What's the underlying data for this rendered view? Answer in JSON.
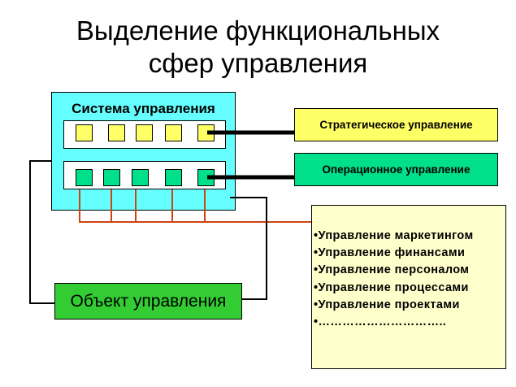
{
  "title": {
    "line1": "Выделение функциональных",
    "line2": "сфер управления"
  },
  "system": {
    "label": "Система управления",
    "strategic_squares": 5,
    "operational_squares": 5
  },
  "strategic": {
    "label": "Стратегическое управление"
  },
  "operational": {
    "label": "Операционное управление"
  },
  "functional_areas": {
    "items": [
      "•Управление маркетингом",
      "•Управление финансами",
      "•Управление персоналом",
      "•Управление процессами",
      "•Управление проектами",
      "•………………………….."
    ]
  },
  "object": {
    "label": "Объект управления"
  },
  "colors": {
    "system_fill": "#66ffff",
    "strategic_fill": "#ffff66",
    "operational_fill": "#00e08a",
    "functional_fill": "#ffffcc",
    "object_fill": "#33cc33",
    "bus_line": "#cc4411",
    "connector_line": "#000000"
  }
}
